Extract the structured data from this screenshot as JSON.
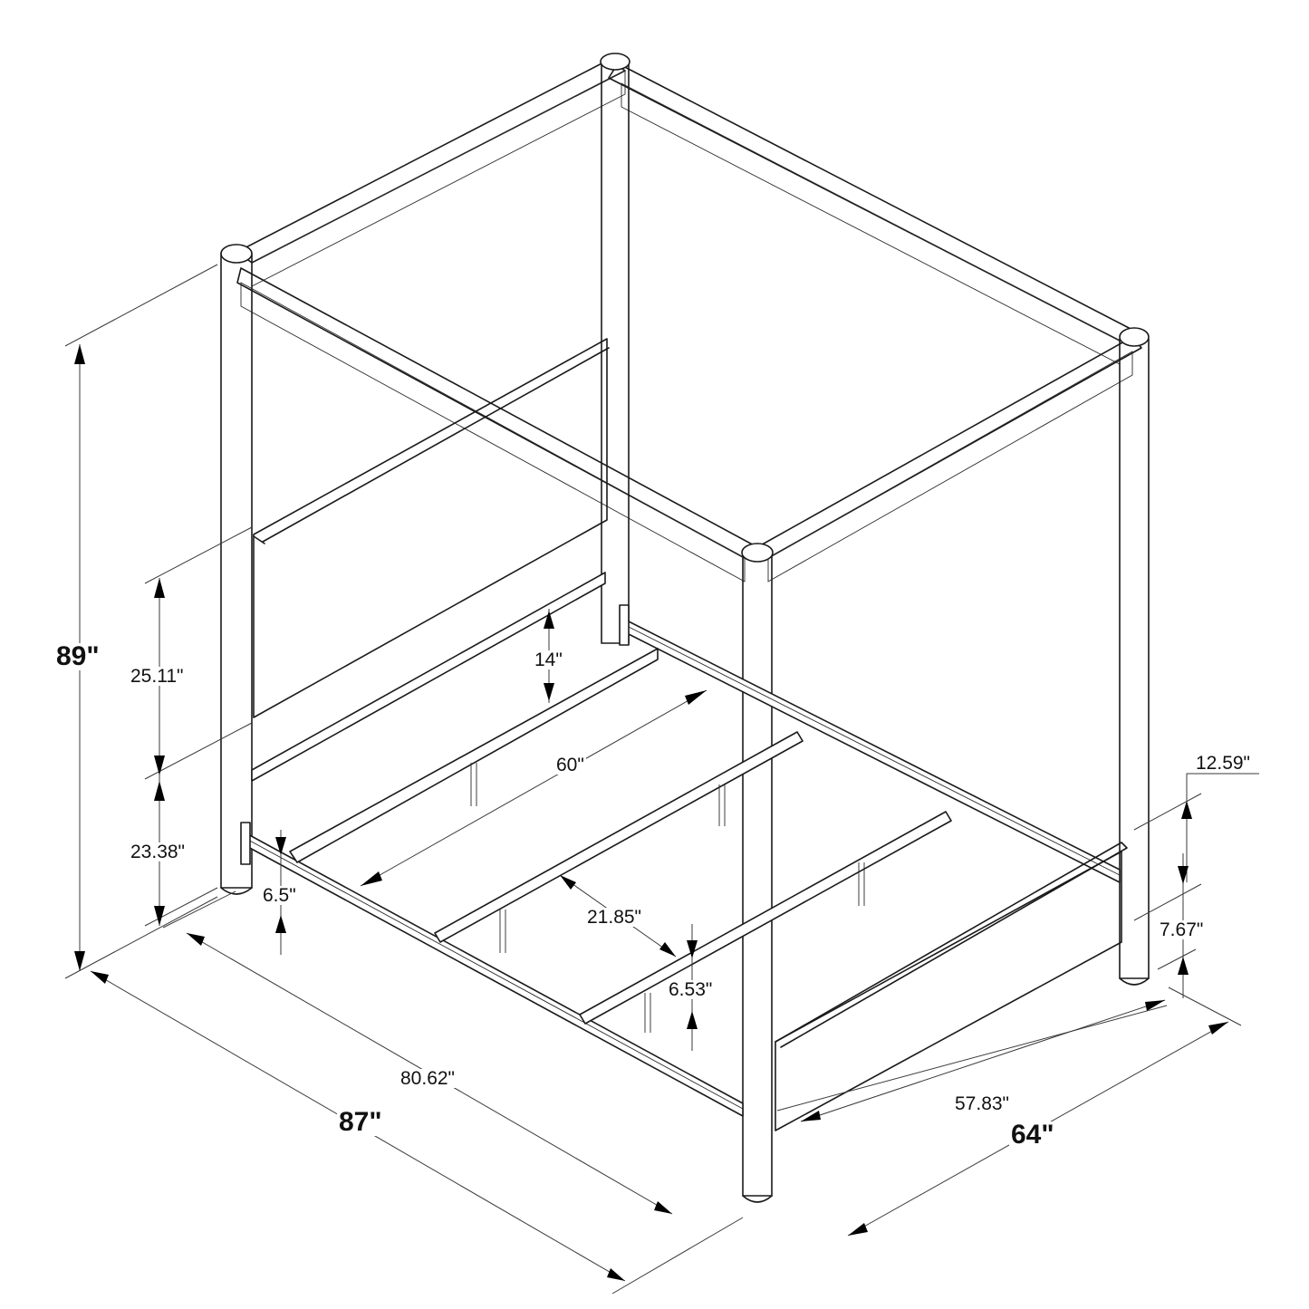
{
  "diagram": {
    "subject": "Canopy bed frame isometric dimension drawing",
    "colors": {
      "line": "#1a1a1a",
      "background": "#ffffff",
      "text": "#111111"
    },
    "dimensions": {
      "overall_height": "89\"",
      "headboard_panel_height": "25.11\"",
      "headboard_base_height": "23.38\"",
      "side_rail_clearance": "14\"",
      "inner_width": "60\"",
      "rail_height_low": "6.5\"",
      "slat_spacing": "21.85\"",
      "slat_rail_height": "6.53\"",
      "footboard_panel_height": "12.59\"",
      "footboard_base_height": "7.67\"",
      "inner_length": "80.62\"",
      "overall_length": "87\"",
      "inner_footboard_width": "57.83\"",
      "overall_width": "64\""
    }
  }
}
